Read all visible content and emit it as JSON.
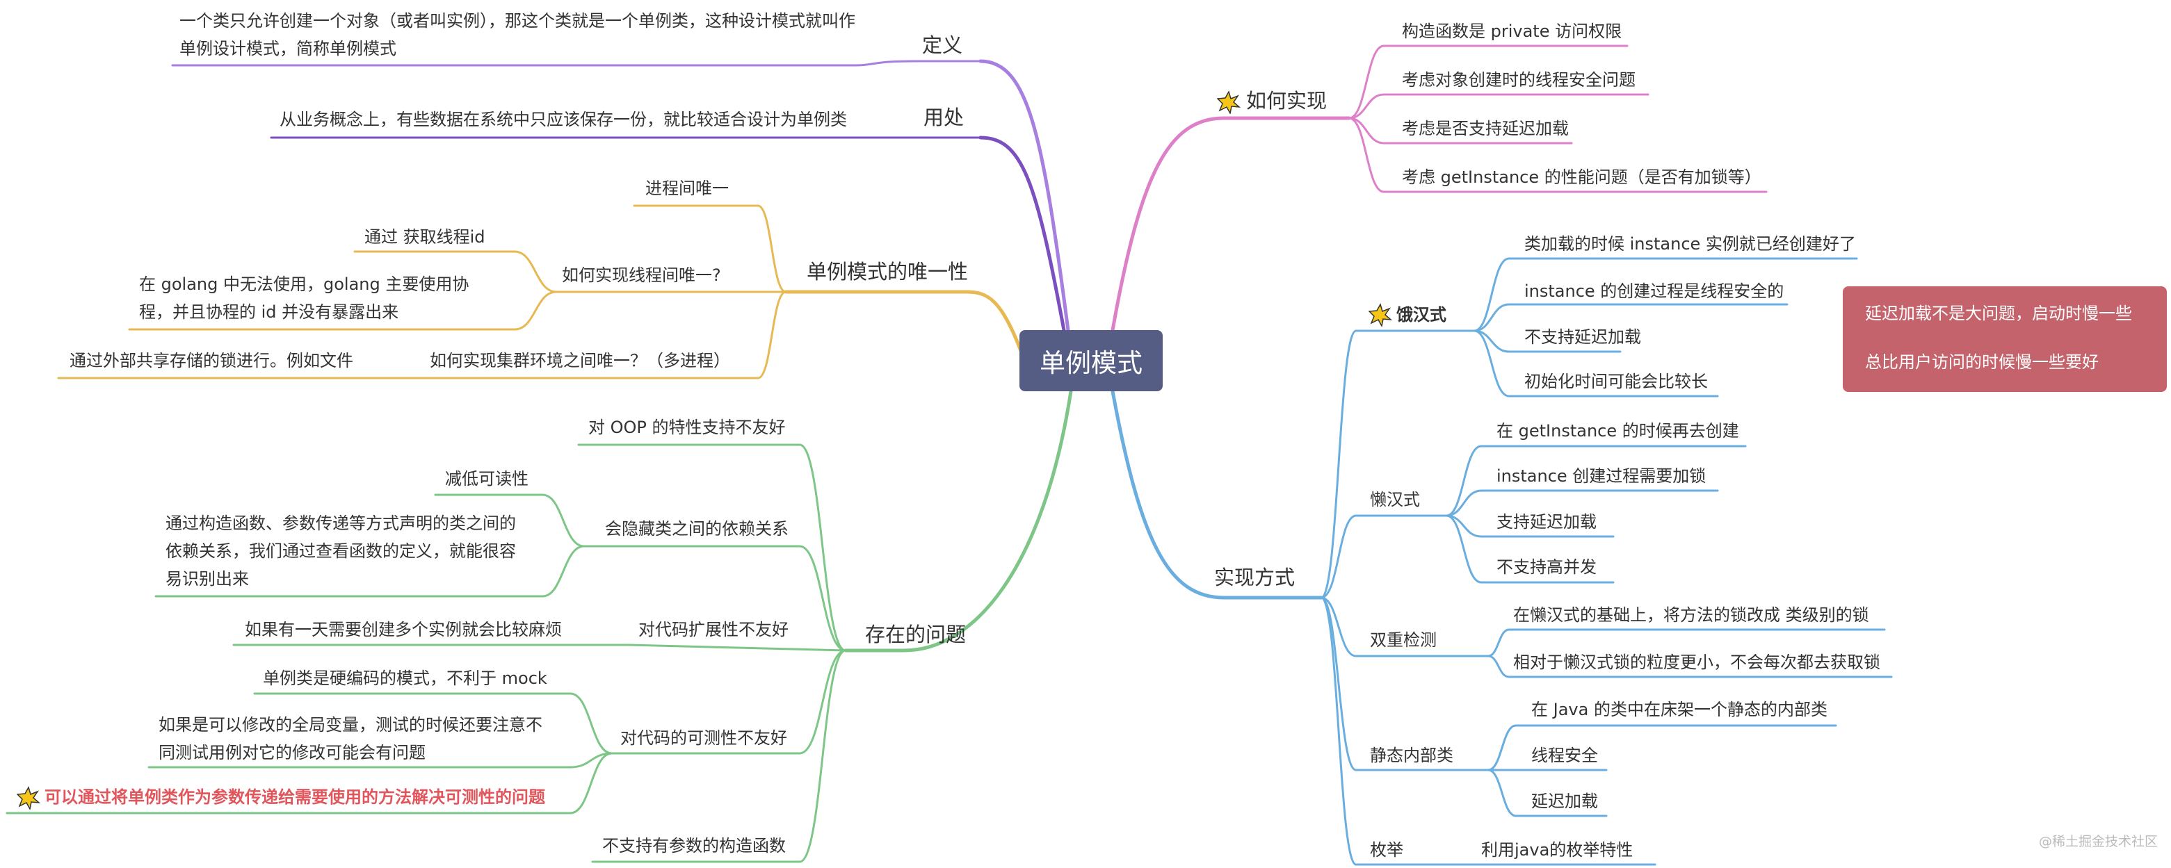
{
  "root": "单例模式",
  "colors": {
    "purple": "#a77fe0",
    "purple_dark": "#7b4fc0",
    "pink": "#de80c8",
    "yellow": "#e6b953",
    "green": "#7ec688",
    "blue": "#6aaee0",
    "root_bg": "#565d84",
    "callout_bg": "#c4636b",
    "highlight": "#e0565c"
  },
  "definition": {
    "label": "定义",
    "text": "一个类只允许创建一个对象（或者叫实例），那这个类就是一个单例类，这种设计模式就叫作单例设计模式，简称单例模式"
  },
  "usage": {
    "label": "用处",
    "text": "从业务概念上，有些数据在系统中只应该保存一份，就比较适合设计为单例类"
  },
  "uniqueness": {
    "label": "单例模式的唯一性",
    "process": "进程间唯一",
    "thread_q": "如何实现线程间唯一?",
    "thread_items": [
      "通过 获取线程id",
      "在 golang 中无法使用，golang 主要使用协程，并且协程的 id 并没有暴露出来"
    ],
    "cluster_q": "如何实现集群环境之间唯一？（多进程）",
    "cluster_a": "通过外部共享存储的锁进行。例如文件"
  },
  "problems": {
    "label": "存在的问题",
    "oop": "对 OOP 的特性支持不友好",
    "deps": "会隐藏类之间的依赖关系",
    "deps_items": [
      "减低可读性",
      "通过构造函数、参数传递等方式声明的类之间的依赖关系，我们通过查看函数的定义，就能很容易识别出来"
    ],
    "ext": "对代码扩展性不友好",
    "ext_item": "如果有一天需要创建多个实例就会比较麻烦",
    "test": "对代码的可测性不友好",
    "test_items": [
      "单例类是硬编码的模式，不利于 mock",
      "如果是可以修改的全局变量，测试的时候还要注意不同测试用例对它的修改可能会有问题"
    ],
    "test_highlight": "可以通过将单例类作为参数传递给需要使用的方法解决可测性的问题",
    "no_param": "不支持有参数的构造函数"
  },
  "how": {
    "label": "如何实现",
    "items": [
      "构造函数是 private 访问权限",
      "考虑对象创建时的线程安全问题",
      "考虑是否支持延迟加载",
      "考虑 getInstance 的性能问题（是否有加锁等）"
    ]
  },
  "impl": {
    "label": "实现方式",
    "eager": {
      "label": "饿汉式",
      "items": [
        "类加载的时候 instance 实例就已经创建好了",
        "instance 的创建过程是线程安全的",
        "不支持延迟加载",
        "初始化时间可能会比较长"
      ]
    },
    "lazy": {
      "label": "懒汉式",
      "items": [
        "在 getInstance 的时候再去创建",
        "instance 创建过程需要加锁",
        "支持延迟加载",
        "不支持高并发"
      ]
    },
    "dcl": {
      "label": "双重检测",
      "items": [
        "在懒汉式的基础上，将方法的锁改成 类级别的锁",
        "相对于懒汉式锁的粒度更小，不会每次都去获取锁"
      ]
    },
    "static": {
      "label": "静态内部类",
      "items": [
        "在 Java 的类中在床架一个静态的内部类",
        "线程安全",
        "延迟加载"
      ]
    },
    "enum": {
      "label": "枚举",
      "item": "利用java的枚举特性"
    }
  },
  "callout": "延迟加载不是大问题，启动时慢一些总比用户访问的时候慢一些要好",
  "watermark": "@稀土掘金技术社区"
}
